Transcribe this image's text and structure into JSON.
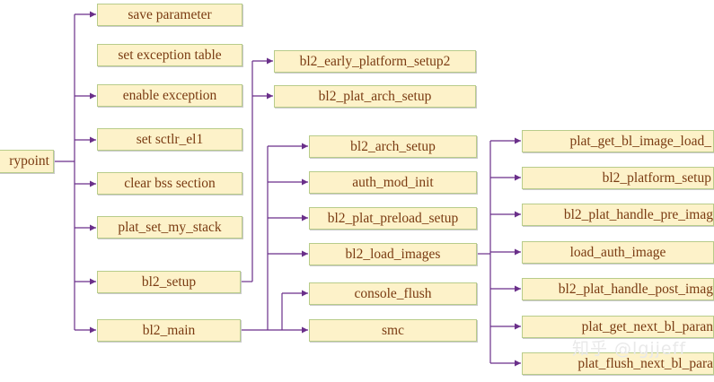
{
  "diagram": {
    "root": "entrypoint",
    "entrypoint_visible": "rypoint",
    "level1": [
      "save parameter",
      "set exception table",
      "enable exception",
      "set sctlr_el1",
      "clear bss section",
      "plat_set_my_stack",
      "bl2_setup",
      "bl2_main"
    ],
    "bl2_setup_children": [
      "bl2_early_platform_setup2",
      "bl2_plat_arch_setup"
    ],
    "bl2_main_children": [
      "bl2_arch_setup",
      "auth_mod_init",
      "bl2_plat_preload_setup",
      "bl2_load_images",
      "console_flush",
      "smc"
    ],
    "bl2_load_images_children_visible": [
      "plat_get_bl_image_load_",
      "bl2_platform_setup",
      "bl2_plat_handle_pre_imag",
      "load_auth_image",
      "bl2_plat_handle_post_imag",
      "plat_get_next_bl_paran",
      "plat_flush_next_bl_para"
    ]
  },
  "watermark": "知乎 @lgjjeff",
  "colors": {
    "box_fill": "#fdf2c9",
    "box_border": "#b8cc8a",
    "text": "#7a3b12",
    "connector": "#6a2f8a"
  }
}
